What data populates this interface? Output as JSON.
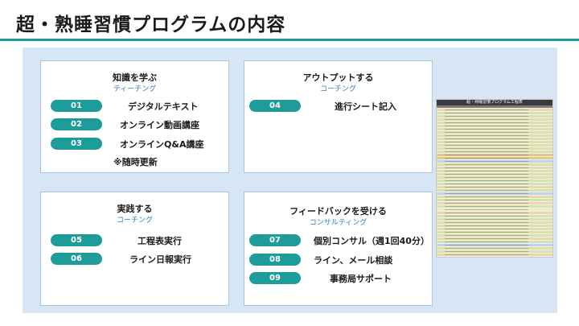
{
  "title": "超・熟睡習慣プログラムの内容",
  "colors": {
    "accent": "#1e9c99",
    "subtitle": "#2a7cc7",
    "panel": "#d6e6f4"
  },
  "cards": [
    {
      "title": "知識を学ぶ",
      "subtitle": "ティーチング",
      "items": [
        {
          "num": "01",
          "label": "デジタルテキスト"
        },
        {
          "num": "02",
          "label": "オンライン動画講座"
        },
        {
          "num": "03",
          "label": "オンラインQ&A講座"
        }
      ],
      "note": "※随時更新"
    },
    {
      "title": "アウトプットする",
      "subtitle": "コーチング",
      "items": [
        {
          "num": "04",
          "label": "進行シート記入"
        }
      ]
    },
    {
      "title": "実践する",
      "subtitle": "コーチング",
      "items": [
        {
          "num": "05",
          "label": "工程表実行"
        },
        {
          "num": "06",
          "label": "ライン日報実行"
        }
      ]
    },
    {
      "title": "フィードバックを受ける",
      "subtitle": "コンサルティング",
      "items": [
        {
          "num": "07",
          "label": "個別コンサル（週1回40分）"
        },
        {
          "num": "08",
          "label": "ライン、メール相談"
        },
        {
          "num": "09",
          "label": "事務局サポート"
        }
      ]
    }
  ],
  "sheet": {
    "header": "超・熟睡習慣プログラム工程表"
  }
}
